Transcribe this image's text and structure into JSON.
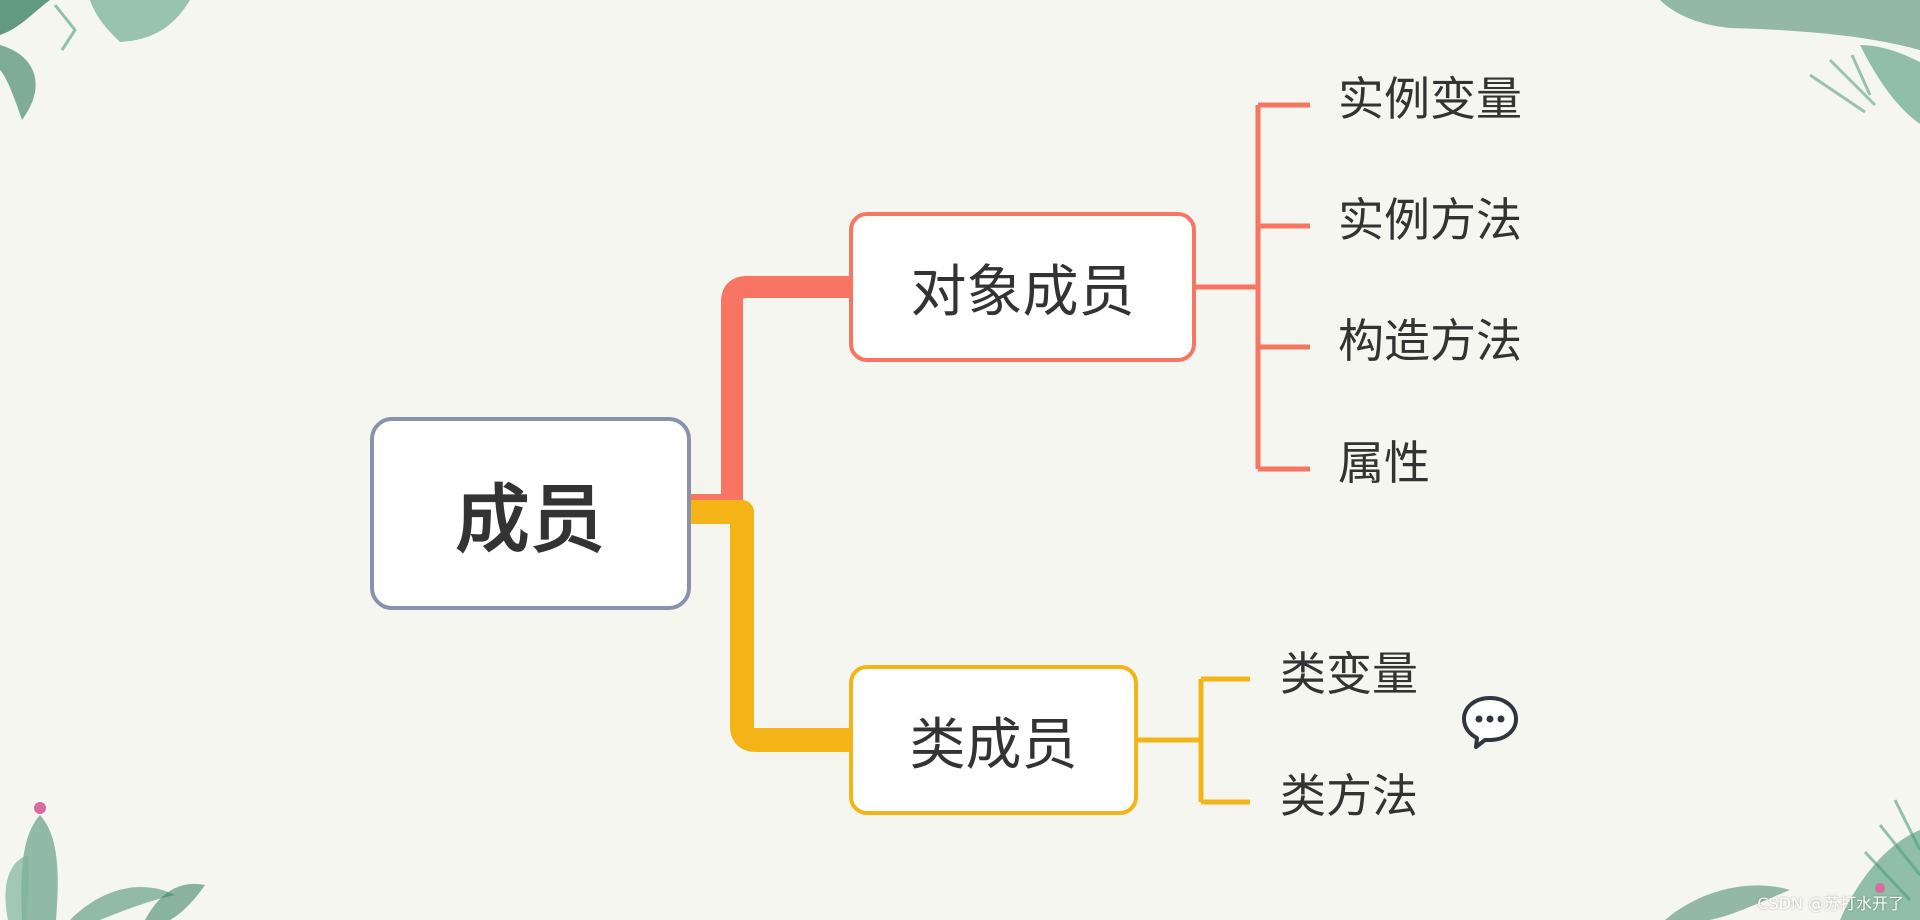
{
  "diagram": {
    "root": {
      "label": "成员"
    },
    "branches": [
      {
        "label": "对象成员",
        "children": [
          "实例变量",
          "实例方法",
          "构造方法",
          "属性"
        ]
      },
      {
        "label": "类成员",
        "children": [
          "类变量",
          "类方法"
        ]
      }
    ]
  },
  "colors": {
    "background": "#f6f6f1",
    "root_border": "#8892aa",
    "object_branch": "#f87563",
    "class_branch": "#f4b418",
    "text": "#333333"
  },
  "icons": [
    "comment-icon",
    "leaf-decoration-icon",
    "cactus-decoration-icon"
  ],
  "watermark": "CSDN @苏打水开了"
}
